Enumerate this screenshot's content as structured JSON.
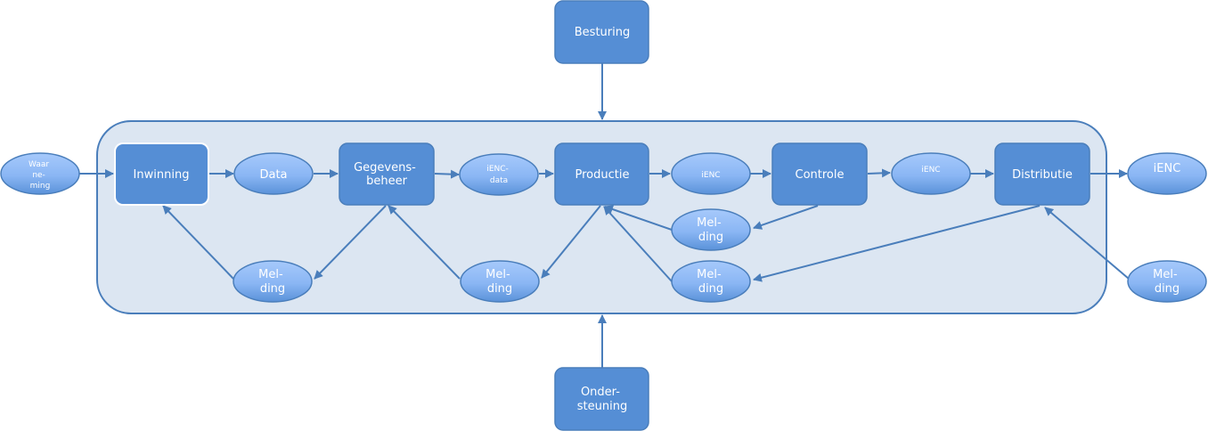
{
  "diagram": {
    "container": "Process container",
    "processes": {
      "besturing": "Besturing",
      "inwinning": "Inwinning",
      "gegevensbeheer": [
        "Gegevens-",
        "beheer"
      ],
      "productie": "Productie",
      "controle": "Controle",
      "distributie": "Distributie",
      "ondersteuning": [
        "Onder-",
        "steuning"
      ]
    },
    "flows": {
      "waarneming": [
        "Waar",
        "ne-",
        "ming"
      ],
      "data": "Data",
      "ienc_data": [
        "iENC-",
        "data"
      ],
      "ienc_1": "iENC",
      "ienc_2": "iENC",
      "ienc_out": "iENC",
      "melding": [
        "Mel-",
        "ding"
      ]
    },
    "colors": {
      "box_fill": "#558ed5",
      "stroke": "#4a7ebb",
      "container_fill": "#dce6f2",
      "ellipse_top": "#9ec4fb",
      "ellipse_bottom": "#5a92d9"
    }
  }
}
